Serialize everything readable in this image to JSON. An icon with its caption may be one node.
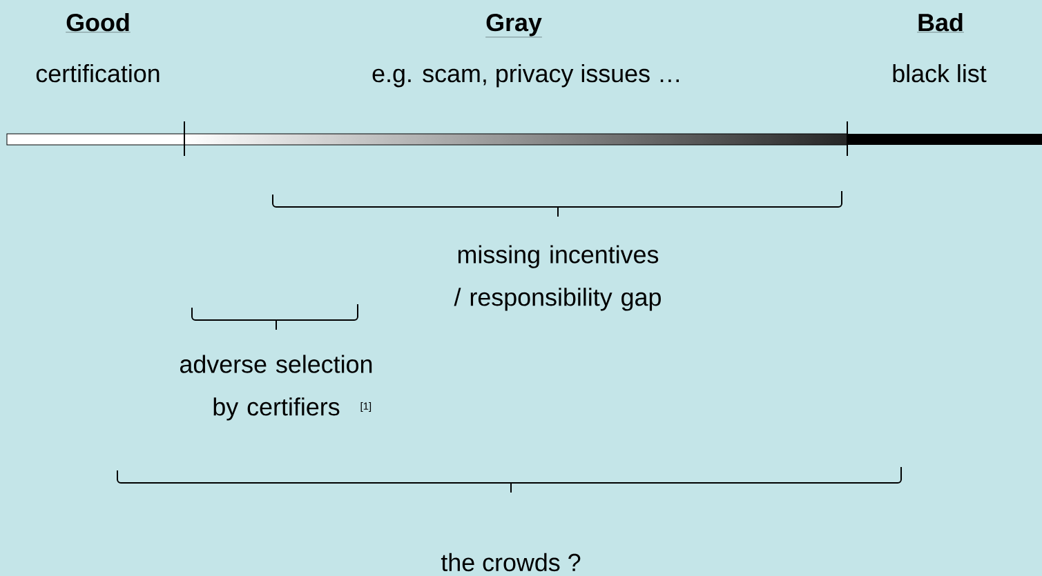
{
  "diagram": {
    "labels": [
      "Good",
      "Gray",
      "Bad",
      "certification",
      "e.g. scam, privacy issues …",
      "black list",
      "missing incentives / responsibility gap",
      "adverse selection by certifiers",
      "[1]",
      "the crowds ?"
    ]
  }
}
